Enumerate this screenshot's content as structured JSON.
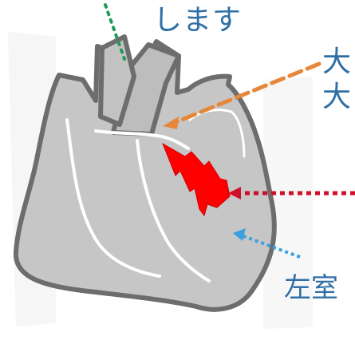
{
  "labels": {
    "top": "します",
    "right_line1": "大",
    "right_line2": "大",
    "bottom": "左室"
  },
  "colors": {
    "heart_fill": "#c6c6c6",
    "heart_outline": "#6d6d6d",
    "inner_line": "#ffffff",
    "lightning": "#ff0000",
    "label_text": "#2f6fa6",
    "pointer_green": "#1e9a5a",
    "pointer_orange": "#e6873a",
    "pointer_red": "#d0102a",
    "pointer_blue": "#3aa0e0"
  },
  "icons": {
    "heart": "heart-diagram-icon",
    "bolt": "lightning-bolt-icon"
  }
}
